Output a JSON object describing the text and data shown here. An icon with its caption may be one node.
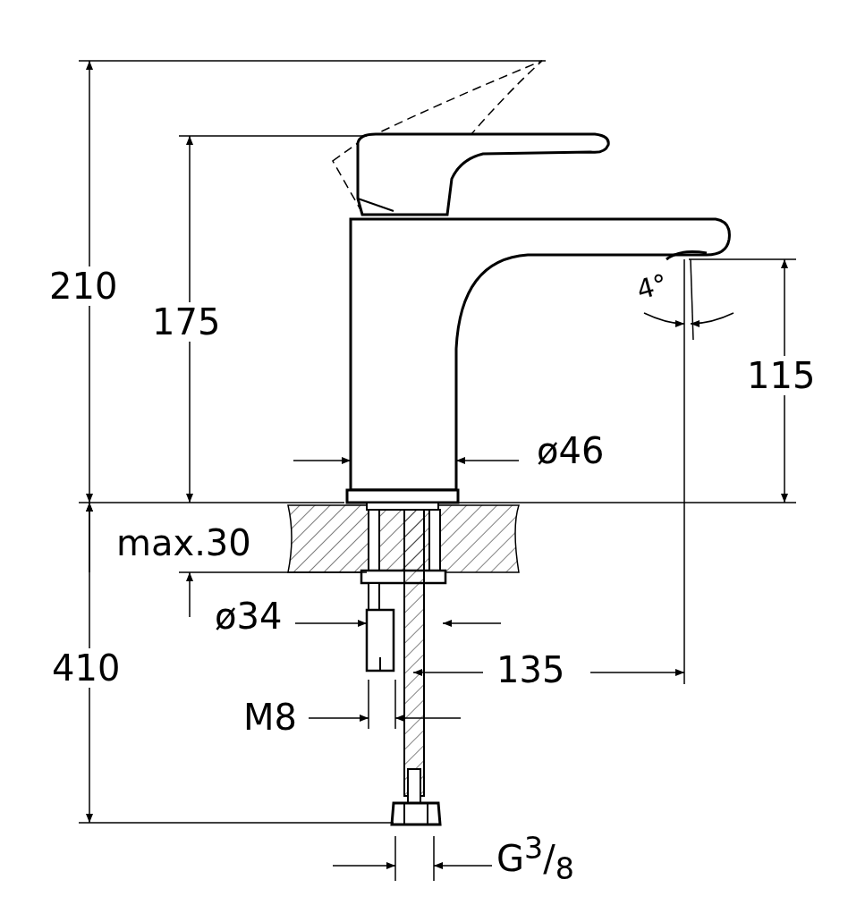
{
  "diagram": {
    "labels": [
      "210",
      "175",
      "4°",
      "115",
      "ø46",
      "max.30",
      "ø34",
      "410",
      "135",
      "M8",
      "G$^{3}$/$_{8}$"
    ]
  }
}
